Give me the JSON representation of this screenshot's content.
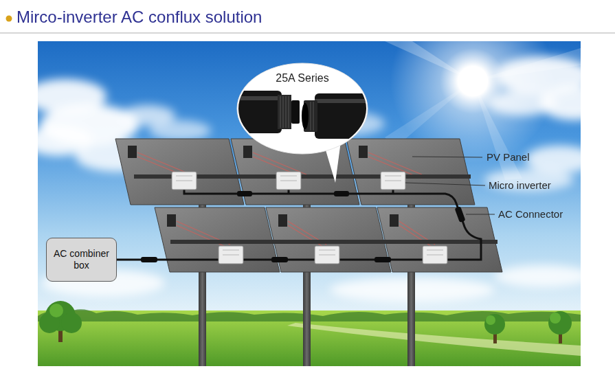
{
  "diagram": {
    "title": "Mirco-inverter AC conflux solution",
    "nodes": [
      {
        "text": [
          "25A Series"
        ]
      },
      {
        "text": [
          "AC combiner box"
        ]
      }
    ],
    "labels": [
      "PV Panel",
      "Micro inverter",
      "AC Connector"
    ]
  }
}
